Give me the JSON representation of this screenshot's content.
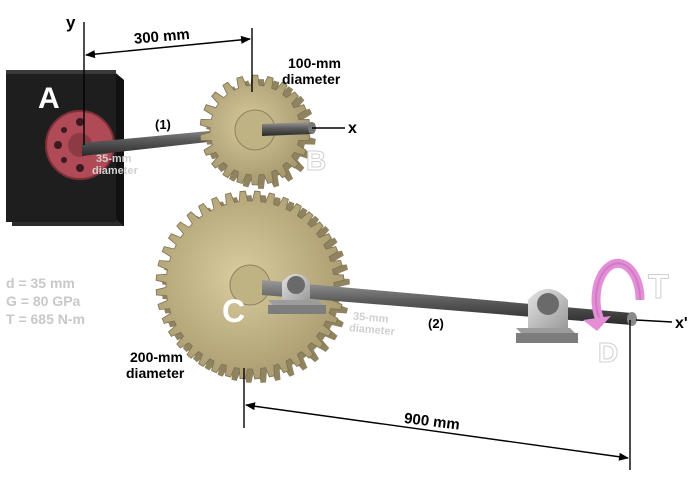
{
  "figure": {
    "axis_y": "y",
    "axis_x": "x",
    "axis_x_prime": "x'",
    "dim_top": "300 mm",
    "dim_bottom": "900 mm",
    "gear_b_dia_line1": "100-mm",
    "gear_b_dia_line2": "diameter",
    "gear_c_dia_line1": "200-mm",
    "gear_c_dia_line2": "diameter",
    "shaft1_label": "(1)",
    "shaft2_label": "(2)",
    "shaft1_dia_line1": "35-mm",
    "shaft1_dia_line2": "diameter",
    "shaft2_dia_line1": "35-mm",
    "shaft2_dia_line2": "diameter",
    "label_A": "A",
    "label_B": "B",
    "label_C": "C",
    "label_D": "D",
    "label_T": "T",
    "given": [
      "d  = 35 mm",
      "G  = 80 GPa",
      "T  = 685 N-m"
    ]
  },
  "colors": {
    "gear": "#cdbf93",
    "gear_dark": "#8f8360",
    "wall": "#1c1c1c",
    "flange": "#b04a56",
    "torque_arrow": "#e58ed8",
    "shaft": "#5a5a5a"
  }
}
